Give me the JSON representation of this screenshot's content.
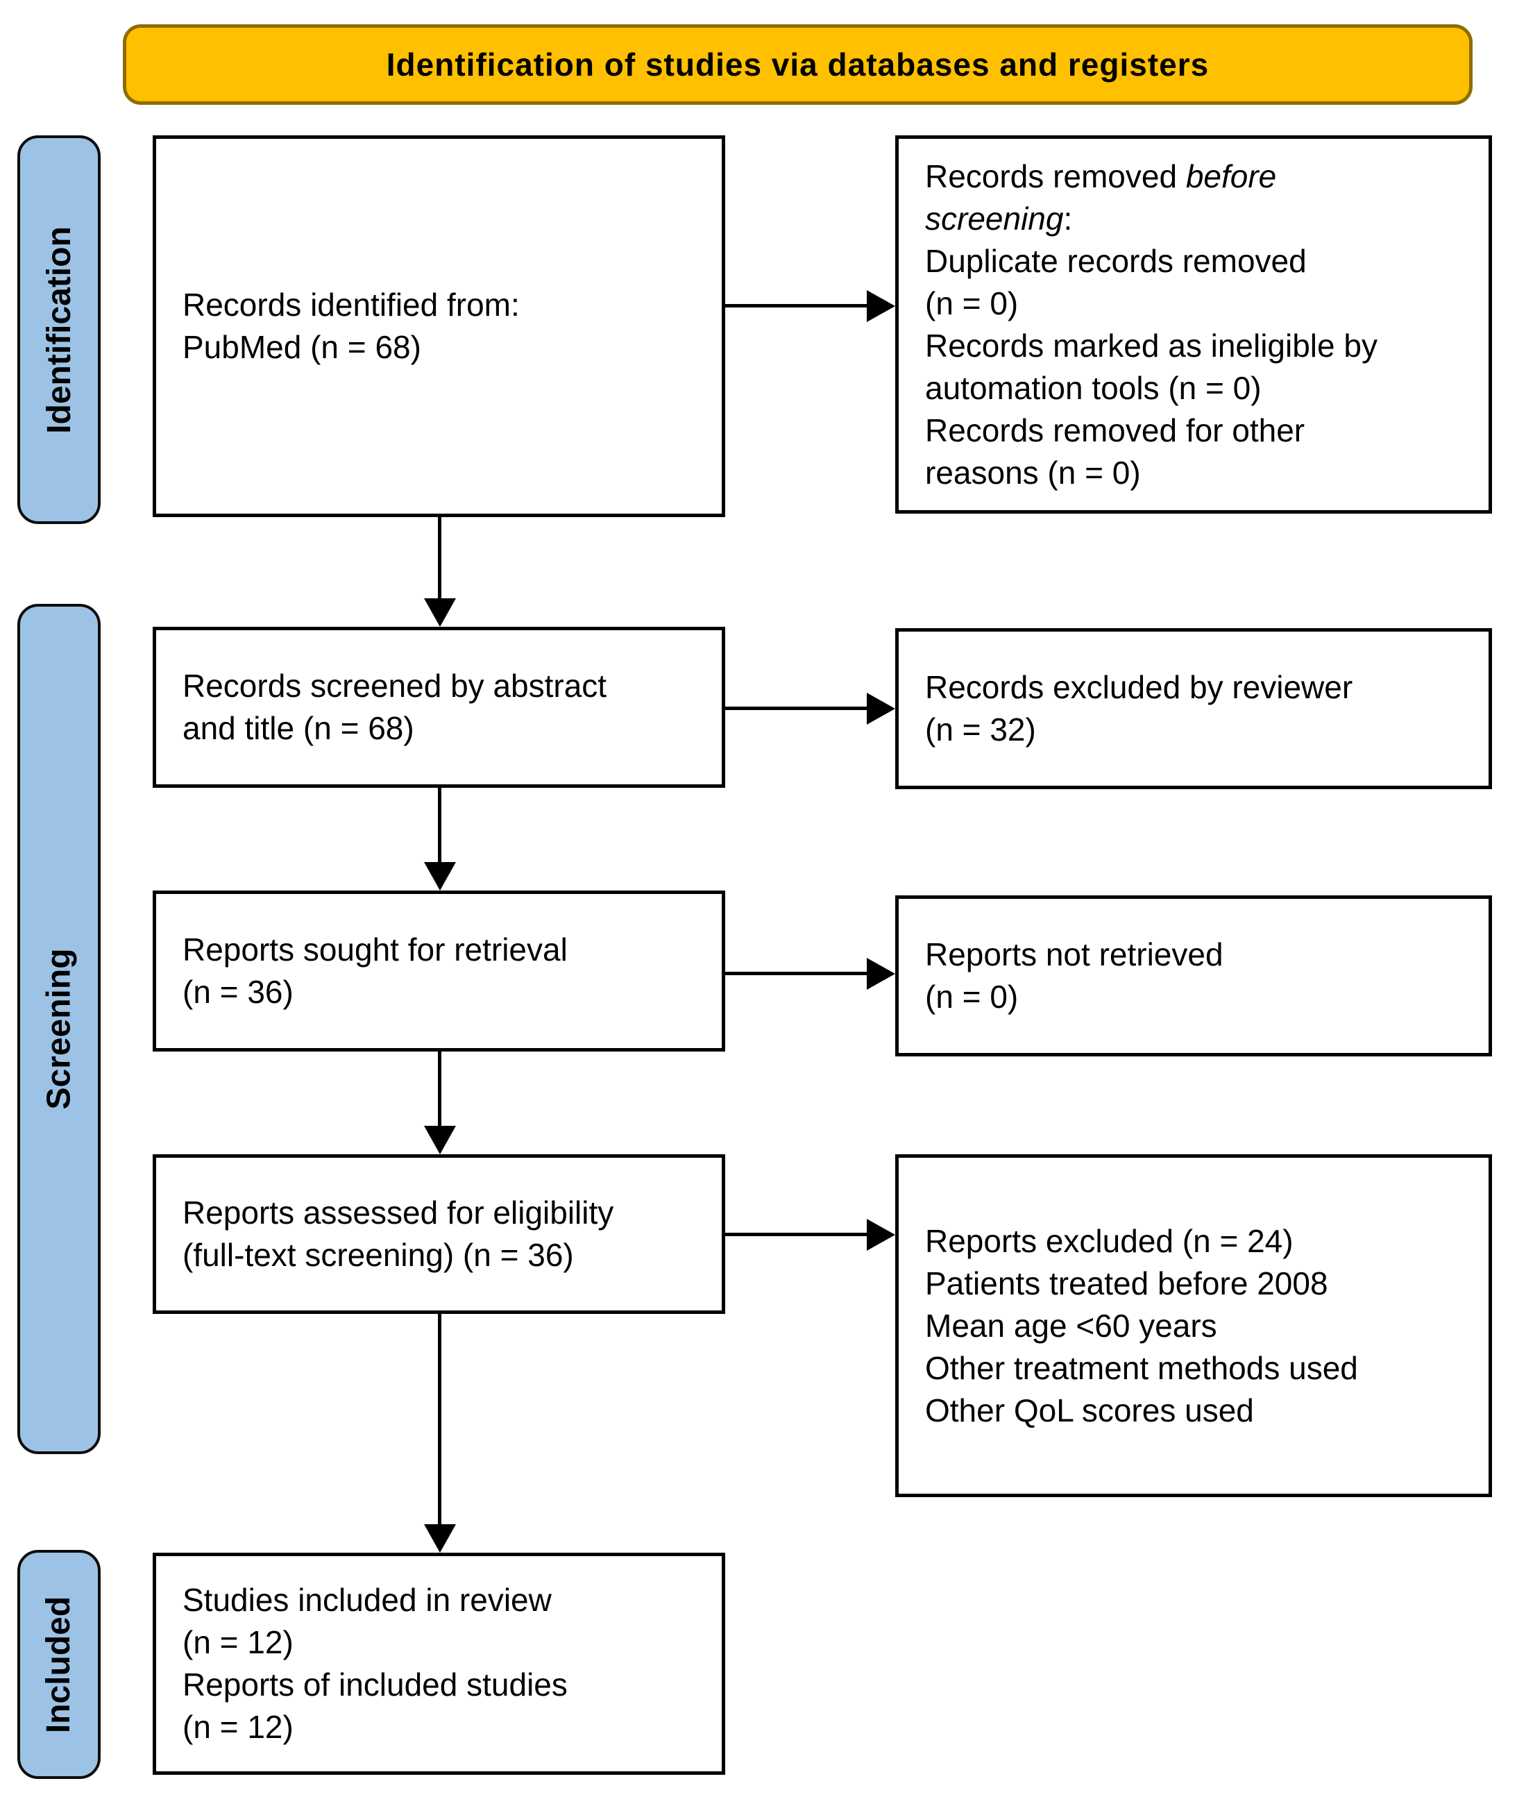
{
  "header": {
    "title": "Identification of studies via databases and registers"
  },
  "sidebar": {
    "identification": "Identification",
    "screening": "Screening",
    "included": "Included"
  },
  "boxes": {
    "records_identified": {
      "lines": [
        [
          {
            "t": "Records identified from:"
          }
        ],
        [
          {
            "t": "PubMed (n = 68)"
          }
        ]
      ]
    },
    "records_removed": {
      "lines": [
        [
          {
            "t": "Records removed "
          },
          {
            "t": "before",
            "i": true
          }
        ],
        [
          {
            "t": "screening",
            "i": true
          },
          {
            "t": ":"
          }
        ],
        [
          {
            "t": "Duplicate records removed"
          }
        ],
        [
          {
            "t": "(n = 0)"
          }
        ],
        [
          {
            "t": "Records marked as ineligible by"
          }
        ],
        [
          {
            "t": "automation tools (n = 0)"
          }
        ],
        [
          {
            "t": "Records removed for other"
          }
        ],
        [
          {
            "t": "reasons (n = 0)"
          }
        ]
      ]
    },
    "records_screened": {
      "lines": [
        [
          {
            "t": "Records screened by abstract"
          }
        ],
        [
          {
            "t": "and title (n = 68)"
          }
        ]
      ]
    },
    "records_excluded": {
      "lines": [
        [
          {
            "t": "Records excluded by reviewer"
          }
        ],
        [
          {
            "t": "(n = 32)"
          }
        ]
      ]
    },
    "reports_sought": {
      "lines": [
        [
          {
            "t": "Reports sought for retrieval"
          }
        ],
        [
          {
            "t": "(n = 36)"
          }
        ]
      ]
    },
    "reports_not_retrieved": {
      "lines": [
        [
          {
            "t": "Reports not retrieved"
          }
        ],
        [
          {
            "t": "(n = 0)"
          }
        ]
      ]
    },
    "reports_assessed": {
      "lines": [
        [
          {
            "t": "Reports assessed for eligibility"
          }
        ],
        [
          {
            "t": "(full-text screening) (n = 36)"
          }
        ]
      ]
    },
    "reports_excluded": {
      "lines": [
        [
          {
            "t": "Reports excluded (n = 24)"
          }
        ],
        [
          {
            "t": "Patients treated before 2008"
          }
        ],
        [
          {
            "t": "Mean age <60 years"
          }
        ],
        [
          {
            "t": "Other treatment methods used"
          }
        ],
        [
          {
            "t": "Other QoL scores used"
          }
        ]
      ]
    },
    "studies_included": {
      "lines": [
        [
          {
            "t": "Studies included in review"
          }
        ],
        [
          {
            "t": "(n = 12)"
          }
        ],
        [
          {
            "t": "Reports of included studies"
          }
        ],
        [
          {
            "t": "(n = 12)"
          }
        ]
      ]
    }
  },
  "counts": {
    "identified": 68,
    "removed_before_screening": 0,
    "screened": 68,
    "excluded_by_reviewer": 32,
    "sought_for_retrieval": 36,
    "not_retrieved": 0,
    "assessed_for_eligibility": 36,
    "reports_excluded": 24,
    "studies_included": 12,
    "reports_of_included_studies": 12
  },
  "colors": {
    "header_fill": "#FFC000",
    "header_border": "#8F6C00",
    "sidebar_fill": "#9CC3E5",
    "box_border": "#000000",
    "arrow": "#000000"
  }
}
